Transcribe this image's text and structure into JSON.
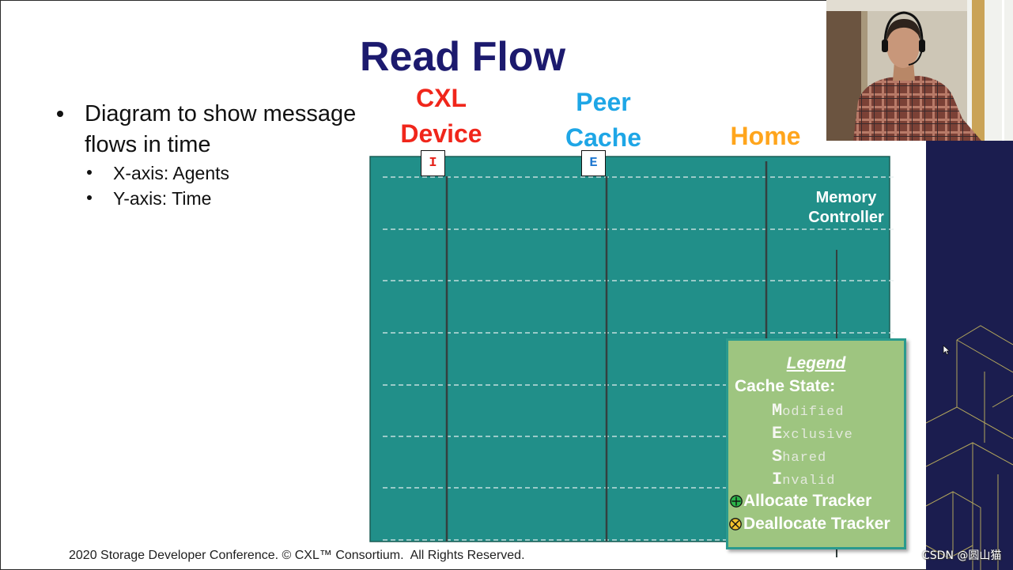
{
  "slide": {
    "title": "Read Flow",
    "bullets": [
      {
        "text": "Diagram to show message flows in time",
        "sub_bullets": [
          "X-axis: Agents",
          "Y-axis: Time"
        ]
      }
    ],
    "footer": "2020 Storage Developer Conference. © CXL™ Consortium.  All Rights Reserved."
  },
  "diagram": {
    "agents": [
      {
        "label": "CXL Device",
        "color": "#f0261b",
        "cache_state": "I",
        "state_color": "#e5231b"
      },
      {
        "label": "Peer Cache",
        "color": "#1ea6e6",
        "cache_state": "E",
        "state_color": "#1f78d1"
      },
      {
        "label": "Home",
        "color": "#ffa51c"
      }
    ],
    "memory_controller_label": "Memory Controller",
    "background_color": "#218f89"
  },
  "legend": {
    "title": "Legend",
    "cache_state_heading": "Cache State:",
    "cache_states": [
      "Modified",
      "Exclusive",
      "Shared",
      "Invalid"
    ],
    "trackers": [
      {
        "label": "Allocate Tracker",
        "icon": "circled-plus-icon",
        "icon_color": "#2db34a"
      },
      {
        "label": "Deallocate Tracker",
        "icon": "circled-x-icon",
        "icon_color": "#f2c12e"
      }
    ],
    "background_color": "#9ec580"
  },
  "theme": {
    "title_color": "#1c1a6e",
    "side_panel_color": "#1b1d4f"
  },
  "watermark": "CSDN @圆山猫"
}
